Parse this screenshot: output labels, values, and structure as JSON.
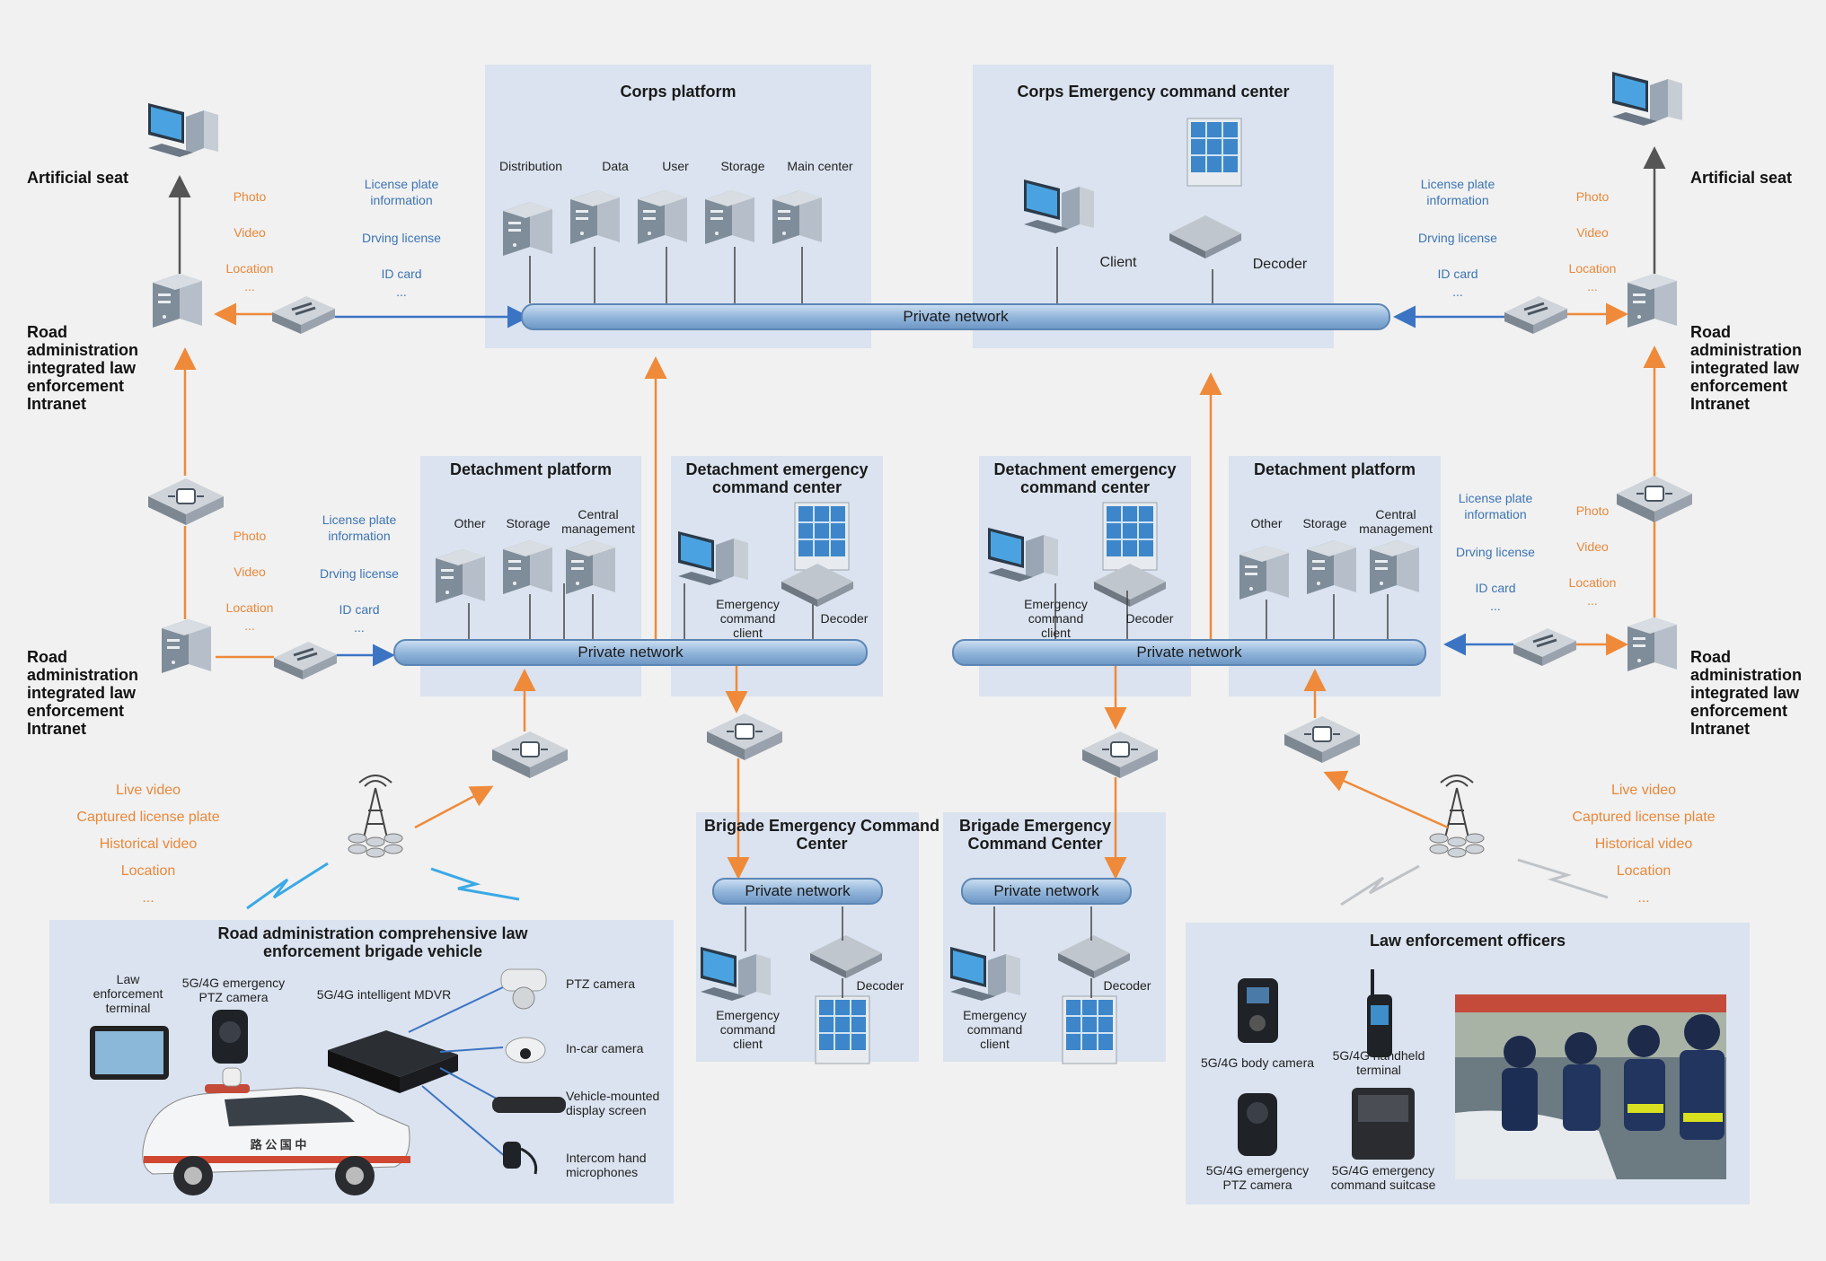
{
  "corps": {
    "platform_title": "Corps platform",
    "servers": [
      "Distribution",
      "Data",
      "User",
      "Storage",
      "Main center"
    ],
    "emergency_title": "Corps Emergency command center",
    "client": "Client",
    "decoder": "Decoder",
    "network": "Private network"
  },
  "left": {
    "artificial_seat": "Artificial seat",
    "road_admin_top": "Road administration integrated law enforcement Intranet",
    "road_admin_bottom": "Road administration integrated law enforcement Intranet",
    "orange_top": [
      "Photo",
      "Video",
      "Location",
      "..."
    ],
    "blue_top": [
      "License plate information",
      "Drving license",
      "ID card",
      "..."
    ],
    "orange_mid": [
      "Photo",
      "Video",
      "Location",
      "..."
    ],
    "blue_mid": [
      "License plate information",
      "Drving license",
      "ID card",
      "..."
    ],
    "live_list": [
      "Live video",
      "Captured license plate",
      "Historical video",
      "Location",
      "..."
    ]
  },
  "right": {
    "artificial_seat": "Artificial seat",
    "road_admin_top": "Road administration integrated law enforcement Intranet",
    "road_admin_bottom": "Road administration integrated law enforcement Intranet",
    "orange_top": [
      "Photo",
      "Video",
      "Location",
      "..."
    ],
    "blue_top": [
      "License plate information",
      "Drving license",
      "ID card",
      "..."
    ],
    "orange_mid": [
      "Photo",
      "Video",
      "Location",
      "..."
    ],
    "blue_mid": [
      "License plate information",
      "Drving license",
      "ID card",
      "..."
    ],
    "live_list": [
      "Live video",
      "Captured license plate",
      "Historical video",
      "Location",
      "..."
    ]
  },
  "det_left": {
    "platform_title": "Detachment platform",
    "servers": [
      "Other",
      "Storage",
      "Central management"
    ],
    "emergency_title": "Detachment emergency command center",
    "client": "Emergency command client",
    "decoder": "Decoder",
    "network": "Private network"
  },
  "det_right": {
    "platform_title": "Detachment platform",
    "servers": [
      "Other",
      "Storage",
      "Central management"
    ],
    "emergency_title": "Detachment emergency command center",
    "client": "Emergency command client",
    "decoder": "Decoder",
    "network": "Private network"
  },
  "brigade_left": {
    "title": "Brigade Emergency Command Center",
    "network": "Private network",
    "client": "Emergency command client",
    "decoder": "Decoder"
  },
  "brigade_right": {
    "title": "Brigade Emergency Command Center",
    "network": "Private network",
    "client": "Emergency command client",
    "decoder": "Decoder"
  },
  "vehicle": {
    "title": "Road administration comprehensive law enforcement brigade vehicle",
    "terminal": "Law enforcement terminal",
    "ptz_emergency": "5G/4G emergency PTZ camera",
    "mdvr": "5G/4G intelligent MDVR",
    "ptz_camera": "PTZ camera",
    "incar_camera": "In-car camera",
    "display": "Vehicle-mounted display screen",
    "intercom": "Intercom hand microphones",
    "car_text": "路 公 国 中"
  },
  "officers": {
    "title": "Law enforcement officers",
    "body_camera": "5G/4G body camera",
    "handheld": "5G/4G handheld terminal",
    "ptz_camera": "5G/4G emergency PTZ camera",
    "suitcase": "5G/4G emergency command suitcase"
  },
  "colors": {
    "panel": "#dae3ef",
    "orange": "#ee8a3a",
    "blue": "#3c74c4",
    "pipe": "#8fb3d9"
  }
}
